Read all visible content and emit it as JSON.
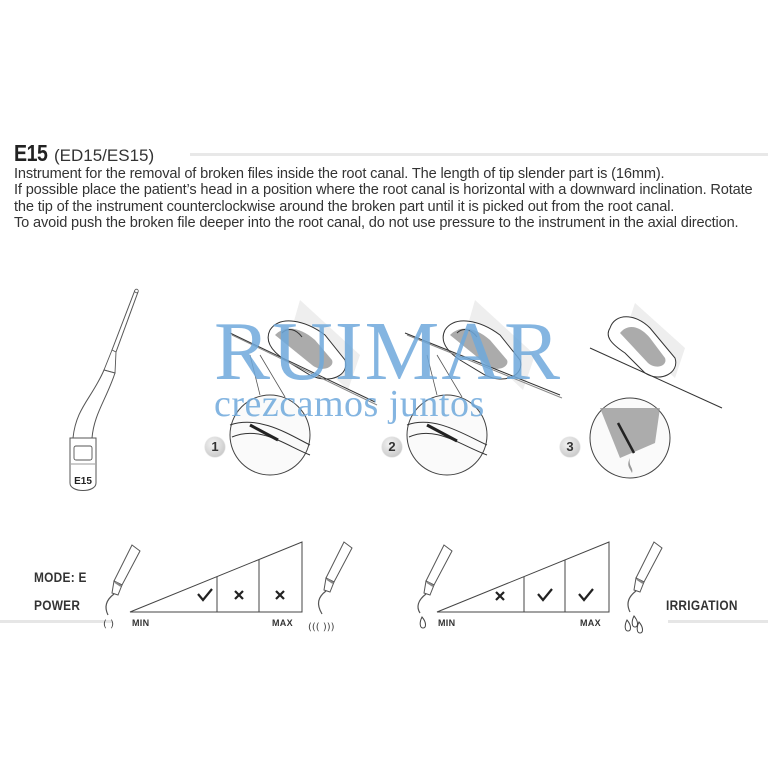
{
  "header": {
    "code": "E15",
    "variants": "(ED15/ES15)"
  },
  "description": {
    "paragraphs": [
      "Instrument for the removal of broken files inside the root canal. The length of tip slender part is (16mm).",
      "If possible place the patient’s head in a position where the root canal is horizontal with a downward inclination. Rotate the tip of the instrument counterclockwise around the broken part until it is picked out from the root canal.",
      "To avoid push the broken file deeper into the root canal, do not use pressure to the instrument in the axial direction."
    ]
  },
  "instrument": {
    "label": "E15"
  },
  "watermark": {
    "brand": "RUIMAR",
    "slogan": "crezcamos juntos",
    "color": "#6fa9dc"
  },
  "steps": [
    {
      "number": "1"
    },
    {
      "number": "2"
    },
    {
      "number": "3"
    }
  ],
  "settings": {
    "mode_label": "MODE: E",
    "power": {
      "label": "POWER",
      "min_label": "MIN",
      "max_label": "MAX",
      "levels": [
        "check",
        "cross",
        "cross"
      ]
    },
    "irrigation": {
      "label": "IRRIGATION",
      "min_label": "MIN",
      "max_label": "MAX",
      "levels": [
        "cross",
        "check",
        "check"
      ]
    }
  }
}
